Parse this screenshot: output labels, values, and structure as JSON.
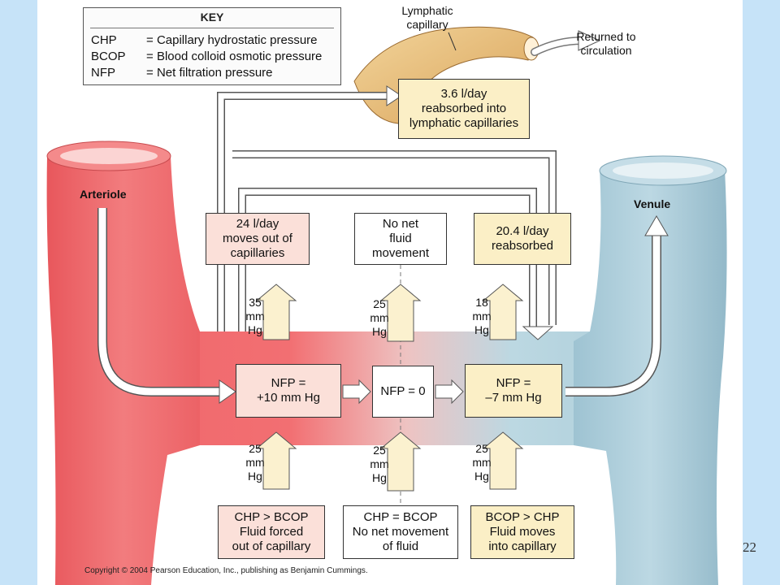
{
  "key": {
    "title": "KEY",
    "entries": [
      {
        "abbr": "CHP",
        "eq": "=",
        "meaning": "Capillary hydrostatic pressure"
      },
      {
        "abbr": "BCOP",
        "eq": "=",
        "meaning": "Blood colloid osmotic pressure"
      },
      {
        "abbr": "NFP",
        "eq": "=",
        "meaning": "Net filtration pressure"
      }
    ]
  },
  "labels": {
    "lymphatic_capillary": [
      "Lymphatic",
      "capillary"
    ],
    "returned": [
      "Returned to",
      "circulation"
    ],
    "arteriole": "Arteriole",
    "venule": "Venule"
  },
  "lymph_box": [
    "3.6 l/day",
    "reabsorbed into",
    "lymphatic capillaries"
  ],
  "top_boxes": [
    [
      "24 l/day",
      "moves out of",
      "capillaries"
    ],
    [
      "No net",
      "fluid",
      "movement"
    ],
    [
      "20.4 l/day",
      "reabsorbed"
    ]
  ],
  "upper_pressures": [
    [
      "35",
      "mm",
      "Hg"
    ],
    [
      "25",
      "mm",
      "Hg"
    ],
    [
      "18",
      "mm",
      "Hg"
    ]
  ],
  "nfp_boxes": [
    [
      "NFP =",
      "+10 mm Hg"
    ],
    [
      "NFP = 0"
    ],
    [
      "NFP =",
      "–7 mm Hg"
    ]
  ],
  "lower_pressures": [
    [
      "25",
      "mm",
      "Hg"
    ],
    [
      "25",
      "mm",
      "Hg"
    ],
    [
      "25",
      "mm",
      "Hg"
    ]
  ],
  "bottom_boxes": [
    [
      "CHP > BCOP",
      "Fluid forced",
      "out of capillary"
    ],
    [
      "CHP = BCOP",
      "No net movement",
      "of fluid"
    ],
    [
      "BCOP > CHP",
      "Fluid moves",
      "into capillary"
    ]
  ],
  "copyright": "Copyright © 2004 Pearson Education, Inc., publishing as Benjamin Cummings.",
  "page_number": "22",
  "colors": {
    "background": "#c6e3f8",
    "arteriole_red": "#f0676b",
    "venule_blue": "#a9cbd8",
    "box_pink": "#fbe0d9",
    "box_yellow": "#fbefc6",
    "lymph_tan": "#e6b871"
  }
}
